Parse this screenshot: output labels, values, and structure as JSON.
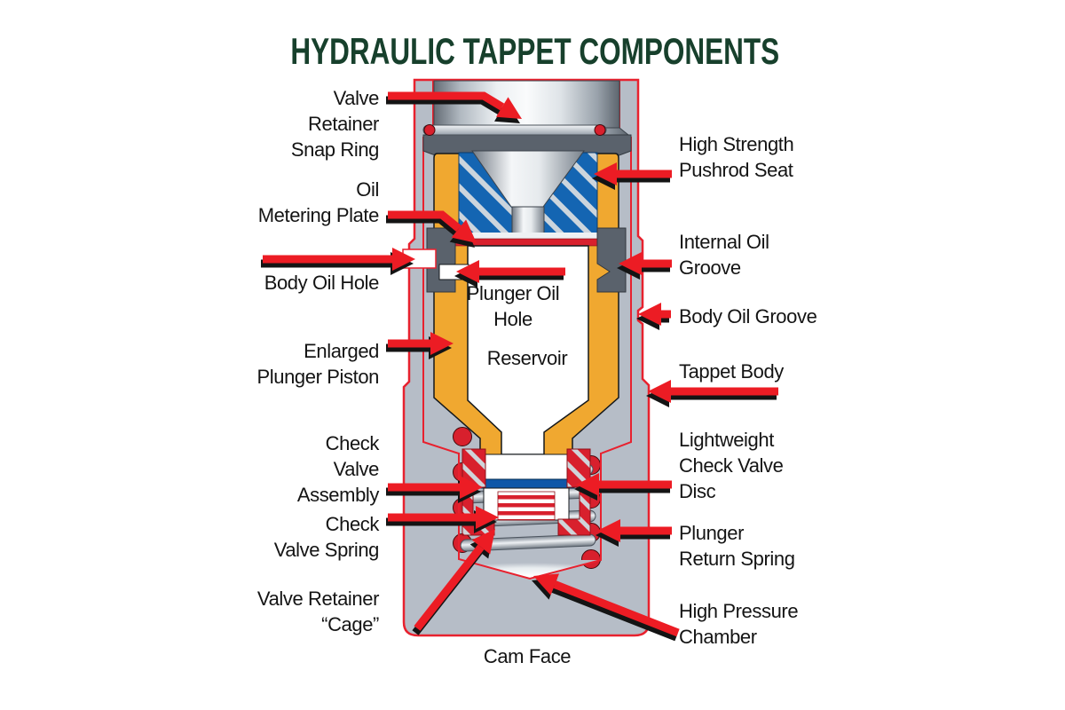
{
  "title": "HYDRAULIC TAPPET COMPONENTS",
  "colors": {
    "title_green": "#17402c",
    "arrow_red": "#ec1c24",
    "outline_red": "#e8212e",
    "body_gray": "#b6bdc7",
    "plunger_orange": "#f0a830",
    "pushrod_seat_blue": "#1465b2",
    "groove_gray": "#5a626c",
    "check_valve_disc_blue": "#0e57a8",
    "label_black": "#141414"
  },
  "labels": {
    "left": [
      {
        "id": "valve-retainer-snap-ring",
        "lines": [
          "Valve",
          "Retainer",
          "Snap Ring"
        ]
      },
      {
        "id": "oil-metering-plate",
        "lines": [
          "Oil",
          "Metering Plate"
        ]
      },
      {
        "id": "body-oil-hole",
        "lines": [
          "Body Oil Hole"
        ]
      },
      {
        "id": "enlarged-plunger-piston",
        "lines": [
          "Enlarged",
          "Plunger Piston"
        ]
      },
      {
        "id": "check-valve-assembly",
        "lines": [
          "Check",
          "Valve",
          "Assembly"
        ]
      },
      {
        "id": "check-valve-spring",
        "lines": [
          "Check",
          "Valve Spring"
        ]
      },
      {
        "id": "valve-retainer-cage",
        "lines": [
          "Valve Retainer",
          "“Cage”"
        ]
      }
    ],
    "right": [
      {
        "id": "high-strength-pushrod-seat",
        "lines": [
          "High Strength",
          "Pushrod Seat"
        ]
      },
      {
        "id": "internal-oil-groove",
        "lines": [
          "Internal Oil",
          "Groove"
        ]
      },
      {
        "id": "body-oil-groove",
        "lines": [
          "Body Oil Groove"
        ]
      },
      {
        "id": "tappet-body",
        "lines": [
          "Tappet Body"
        ]
      },
      {
        "id": "lightweight-check-valve-disc",
        "lines": [
          "Lightweight",
          "Check Valve",
          "Disc"
        ]
      },
      {
        "id": "plunger-return-spring",
        "lines": [
          "Plunger",
          "Return Spring"
        ]
      },
      {
        "id": "high-pressure-chamber",
        "lines": [
          "High Pressure",
          "Chamber"
        ]
      }
    ],
    "center": [
      {
        "id": "plunger-oil-hole",
        "lines": [
          "Plunger Oil",
          "Hole"
        ]
      },
      {
        "id": "reservoir",
        "lines": [
          "Reservoir"
        ]
      },
      {
        "id": "cam-face",
        "lines": [
          "Cam Face"
        ]
      }
    ]
  }
}
